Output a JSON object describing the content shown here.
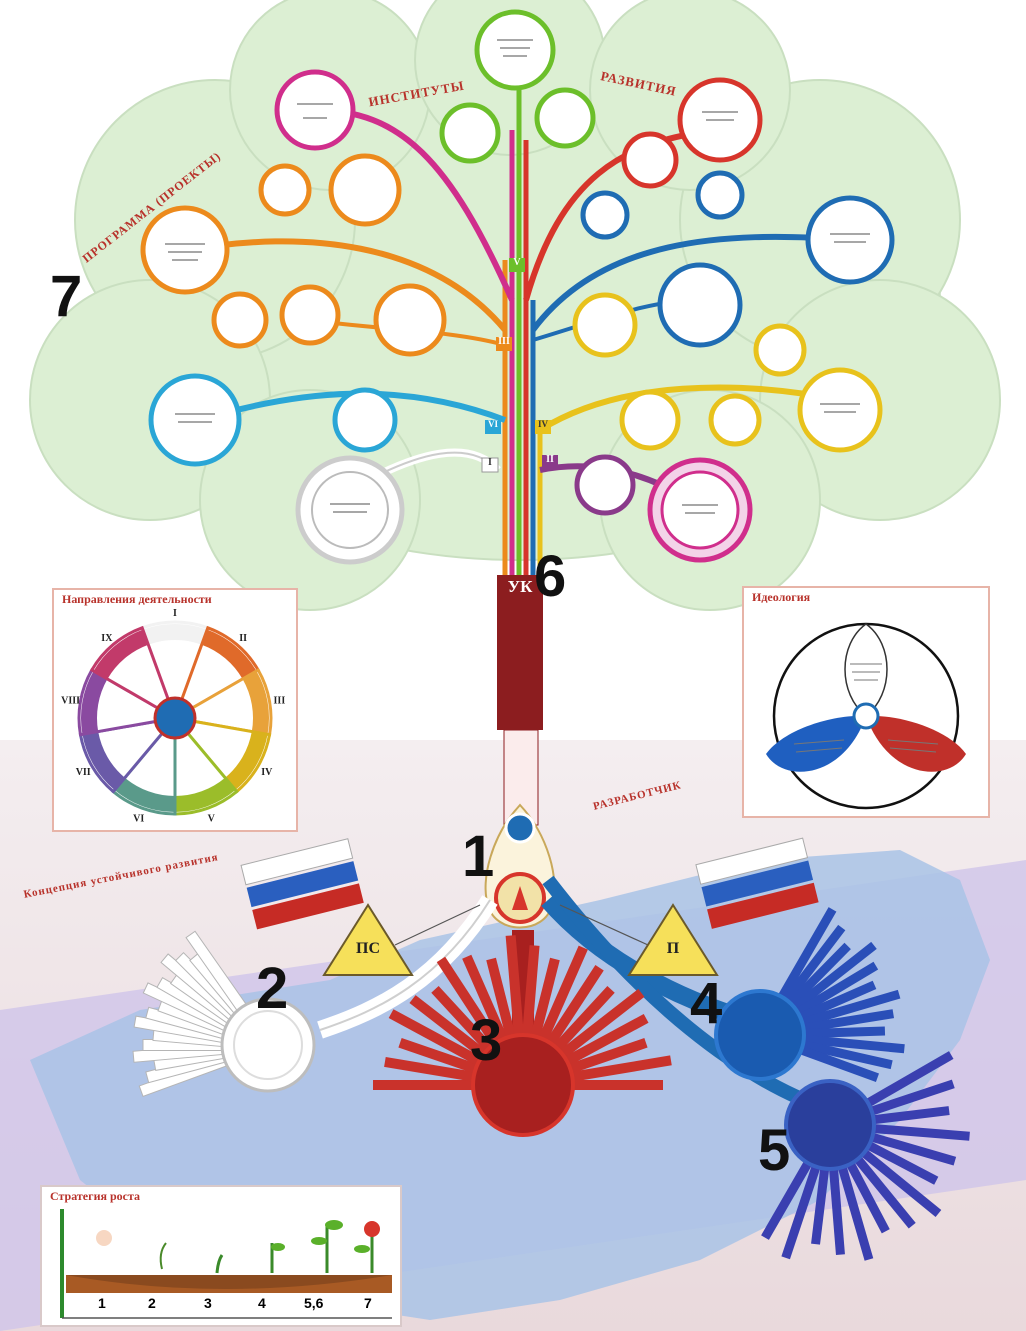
{
  "ribbons": {
    "programs": "ПРОГРАММА (ПРОЕКТЫ)",
    "institutes": "ИНСТИТУТЫ",
    "development": "РАЗВИТИЯ",
    "concept": "Концепция устойчивого развития",
    "developer": "РАЗРАБОТЧИК"
  },
  "big_numbers": {
    "n1": "1",
    "n2": "2",
    "n3": "3",
    "n4": "4",
    "n5": "5",
    "n6": "6",
    "n7": "7"
  },
  "trunk": {
    "uk_label": "УК"
  },
  "branch_tags": {
    "t1": "I",
    "t2": "II",
    "t3": "III",
    "t4": "IV",
    "t5": "V",
    "t6": "VI"
  },
  "triangles": {
    "left_code": "ПС",
    "right_code": "П"
  },
  "directions_panel": {
    "title": "Направления деятельности",
    "roman": [
      "I",
      "II",
      "III",
      "IV",
      "V",
      "VI",
      "VII",
      "VIII",
      "IX"
    ]
  },
  "ideology_panel": {
    "title": "Идеология"
  },
  "growth_panel": {
    "title": "Стратегия роста",
    "stages": [
      "1",
      "2",
      "3",
      "4",
      "5,6",
      "7"
    ]
  },
  "colors": {
    "tree_bg": "#dcefd3",
    "orange": "#ec8a1c",
    "green": "#6cbf2a",
    "magenta": "#d02e8c",
    "red": "#d7352b",
    "blue": "#1f6cb3",
    "cyan": "#2aa6d6",
    "yellow": "#e8c21c",
    "purple": "#8a3a8a",
    "trunk": "#8c1d1f",
    "accent_text": "#b8322b"
  }
}
